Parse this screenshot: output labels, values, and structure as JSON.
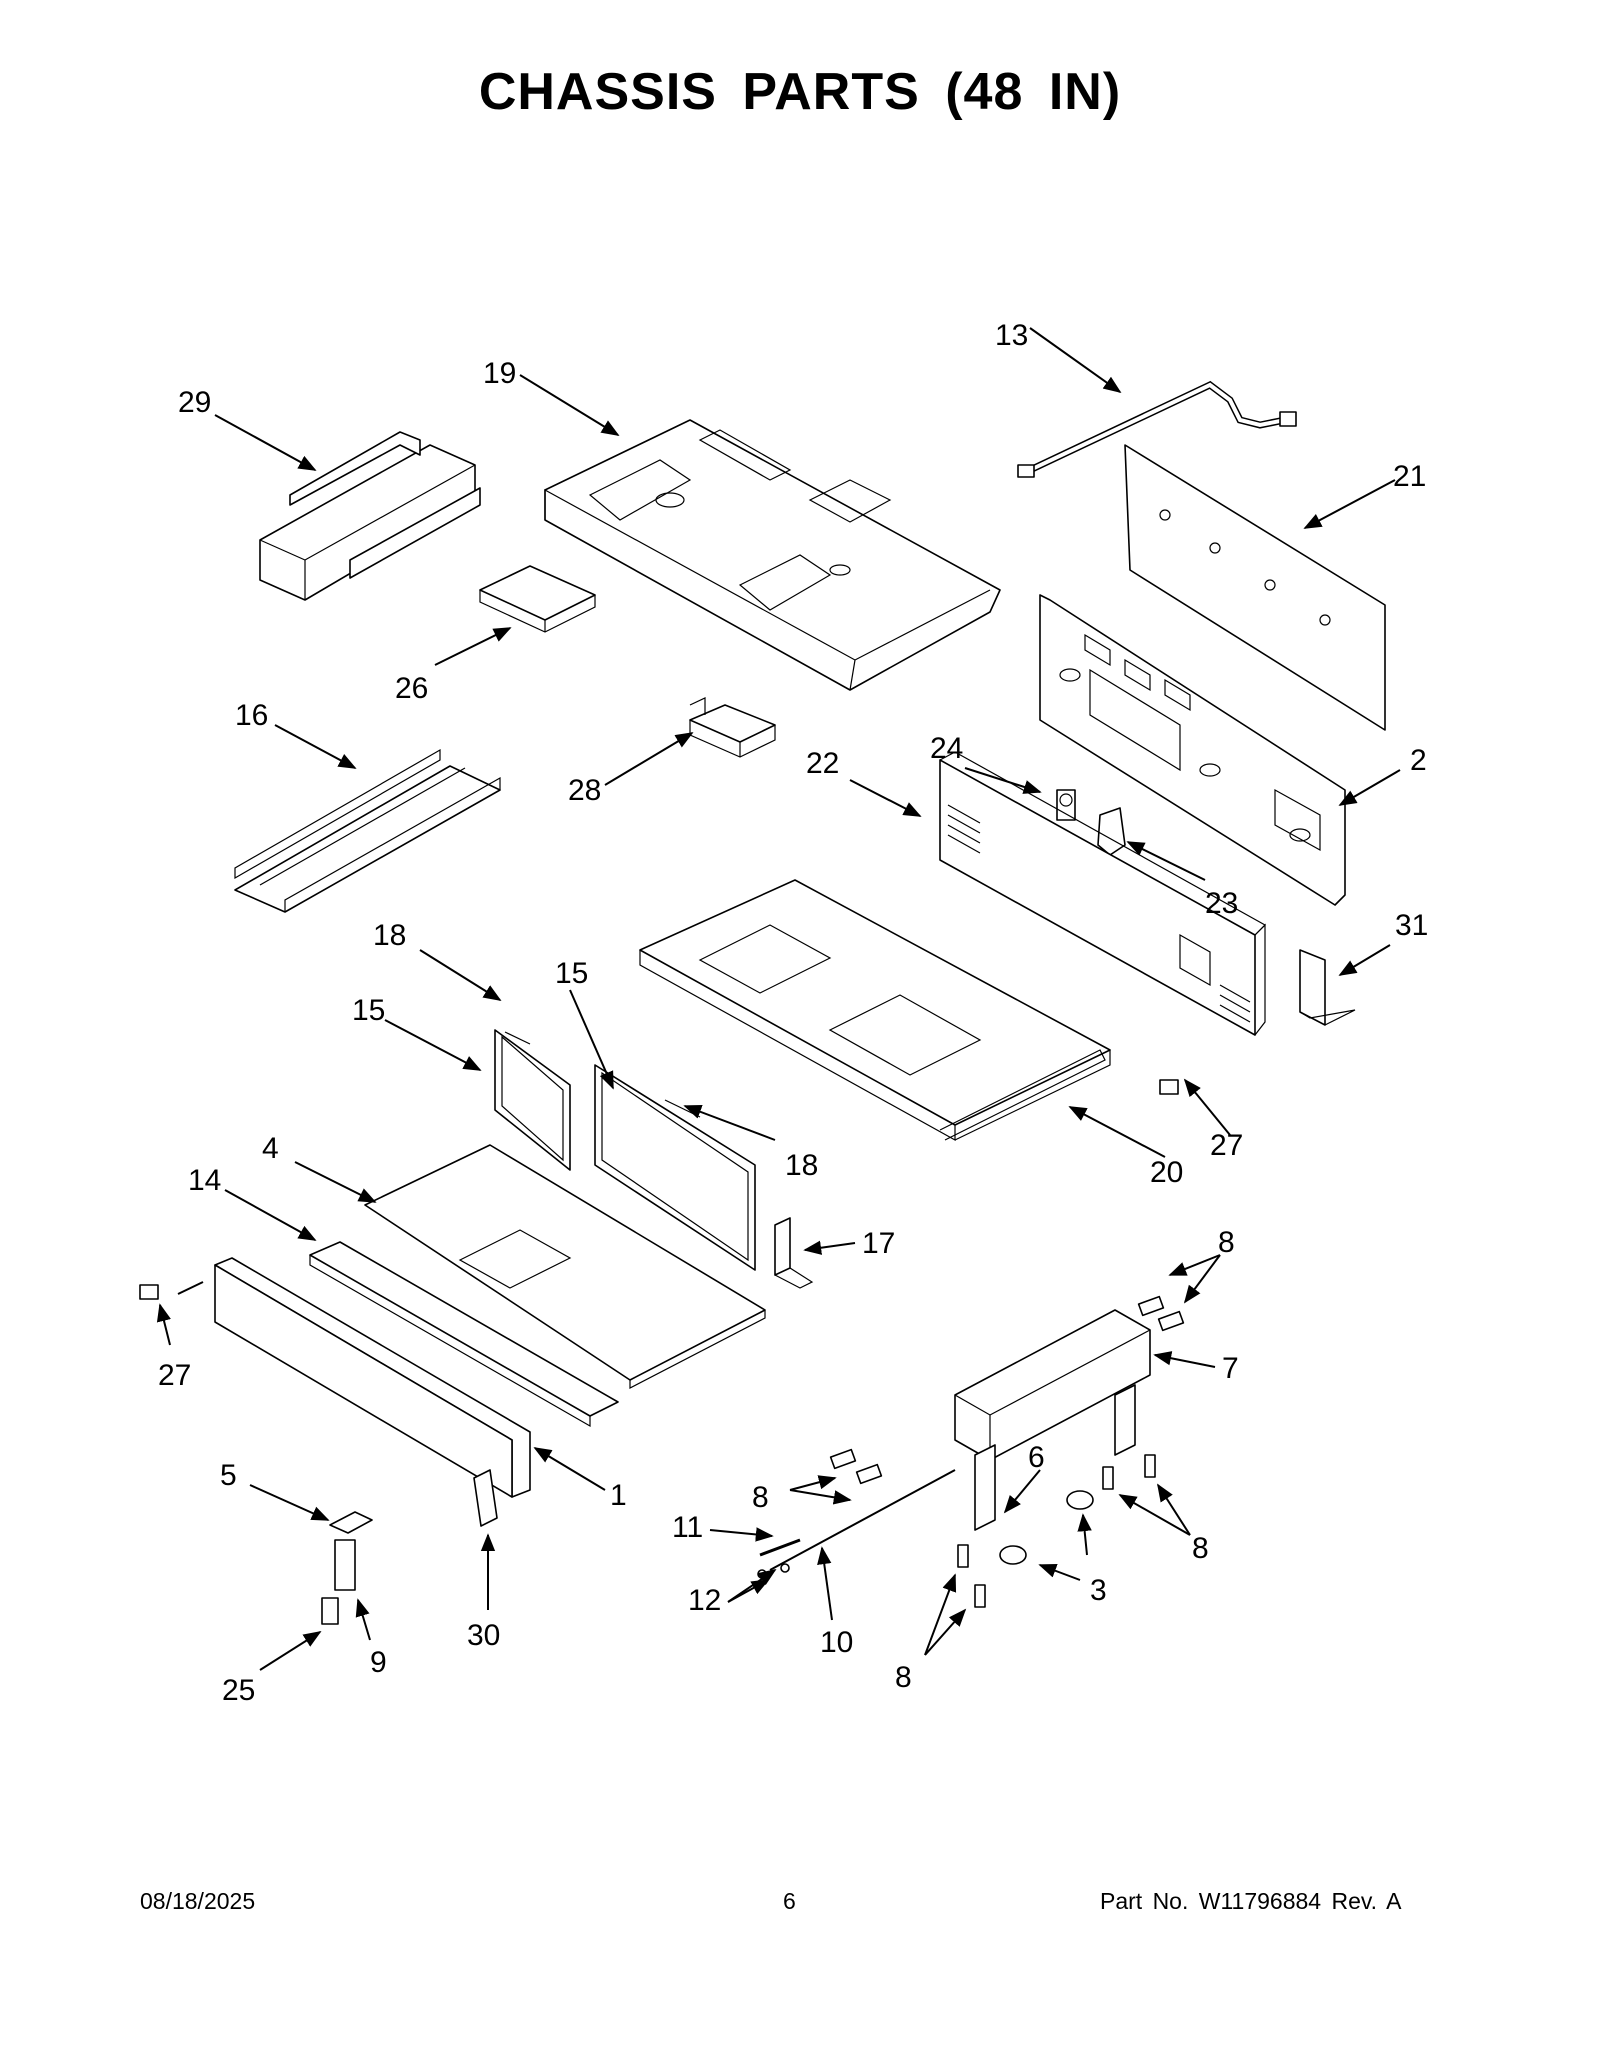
{
  "page": {
    "title": "CHASSIS PARTS (48 IN)",
    "footer_date": "08/18/2025",
    "footer_page": "6",
    "footer_part": "Part No.  W11796884  Rev.  A"
  },
  "callouts": [
    "1",
    "2",
    "3",
    "5",
    "6",
    "7",
    "8",
    "9",
    "10",
    "11",
    "12",
    "13",
    "14",
    "15",
    "16",
    "17",
    "18",
    "19",
    "20",
    "21",
    "22",
    "23",
    "24",
    "25",
    "26",
    "27",
    "28",
    "29",
    "30",
    "31",
    "4"
  ]
}
